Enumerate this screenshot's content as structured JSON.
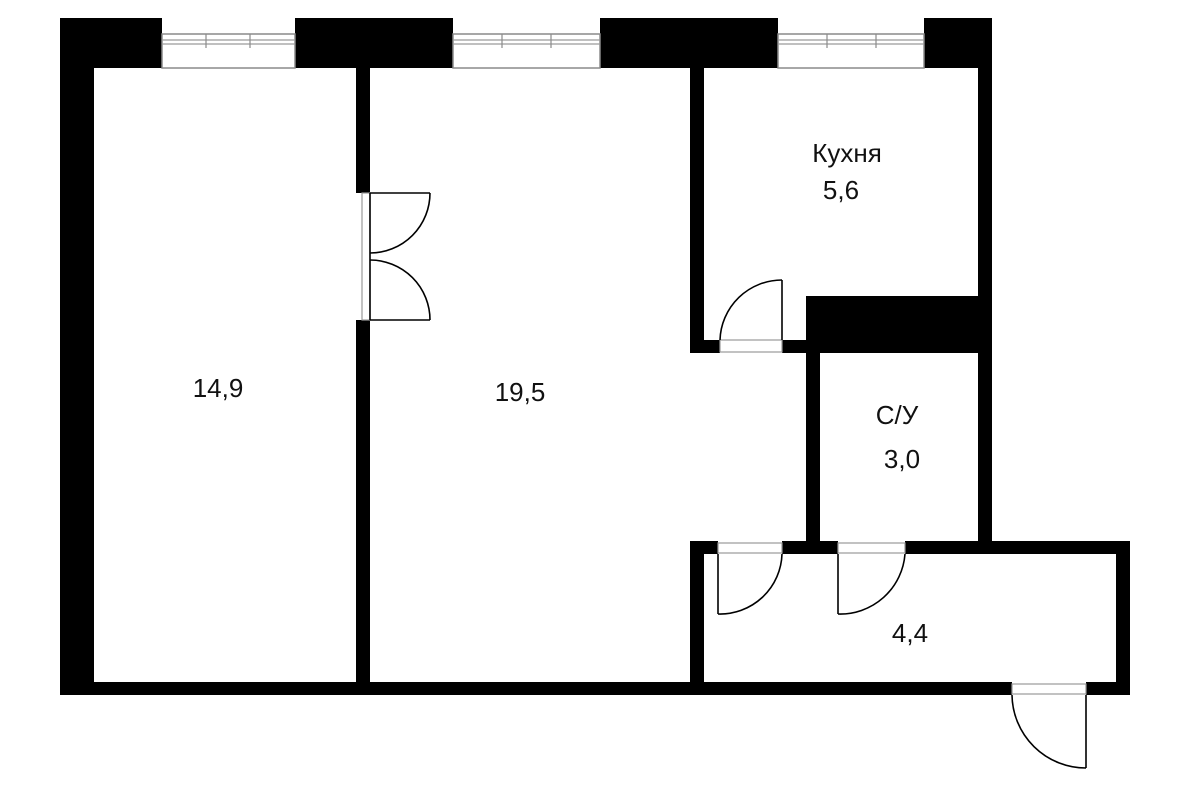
{
  "rooms": {
    "room_left": {
      "area": "14,9"
    },
    "room_center": {
      "area": "19,5"
    },
    "kitchen": {
      "name": "Кухня",
      "area": "5,6"
    },
    "bathroom": {
      "name": "С/У",
      "area": "3,0"
    },
    "hallway": {
      "area": "4,4"
    }
  },
  "colors": {
    "wall": "#000000",
    "window": "#8a8a8a",
    "background": "#ffffff"
  }
}
